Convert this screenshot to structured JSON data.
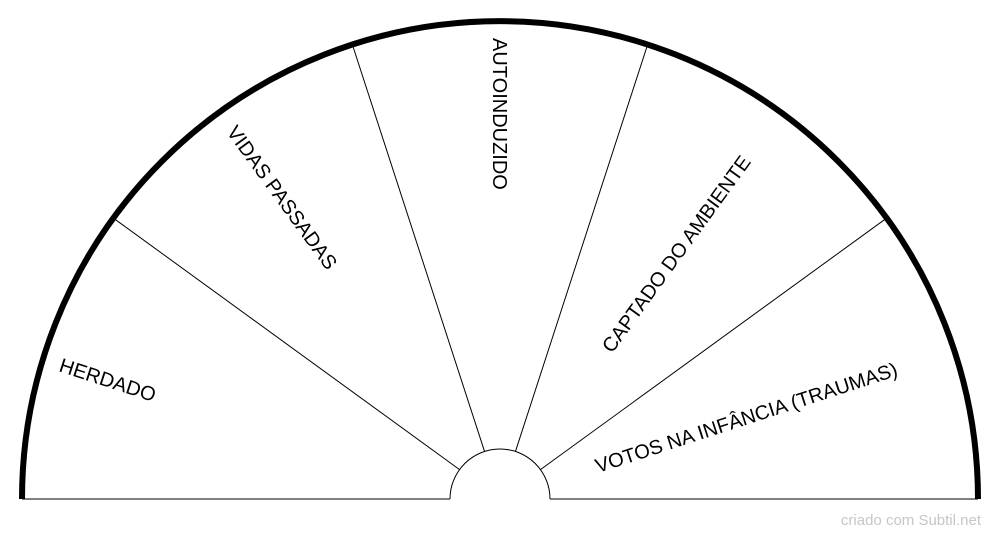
{
  "diagram": {
    "sectors": [
      {
        "label": "HERDADO"
      },
      {
        "label": "VIDAS PASSADAS"
      },
      {
        "label": "AUTOINDUZIDO"
      },
      {
        "label": "CAPTADO DO AMBIENTE"
      },
      {
        "label": "VOTOS NA INFÂNCIA (TRAUMAS)"
      }
    ],
    "colors": {
      "line": "#000000",
      "credit": "#c6c6c6"
    }
  },
  "footer": {
    "credit": "criado com Subtil.net"
  }
}
